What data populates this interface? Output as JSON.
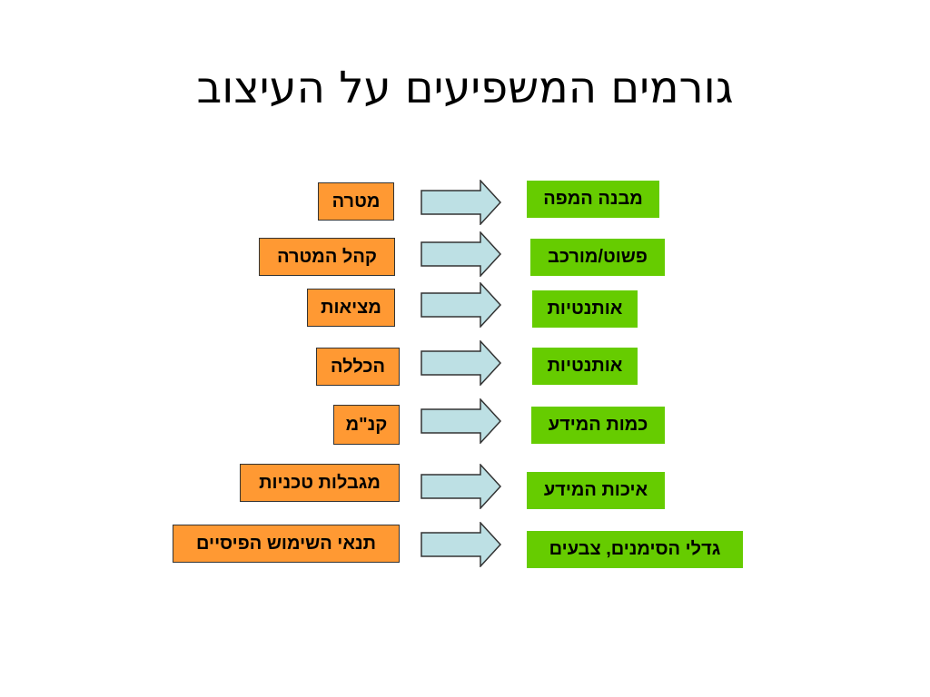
{
  "title": "גורמים המשפיעים על העיצוב",
  "colors": {
    "factor_fill": "#ff9933",
    "result_fill": "#66cc00",
    "arrow_fill": "#bde0e4",
    "arrow_stroke": "#333333"
  },
  "rows": [
    {
      "factor": "מטרה",
      "result": "מבנה המפה"
    },
    {
      "factor": "קהל המטרה",
      "result": "פשוט/מורכב"
    },
    {
      "factor": "מציאות",
      "result": "אותנטיות"
    },
    {
      "factor": "הכללה",
      "result": "אותנטיות"
    },
    {
      "factor": "קנ\"מ",
      "result": "כמות המידע"
    },
    {
      "factor": "מגבלות טכניות",
      "result": "איכות המידע"
    },
    {
      "factor": "תנאי השימוש הפיסיים",
      "result": "גדלי הסימנים, צבעים"
    }
  ]
}
